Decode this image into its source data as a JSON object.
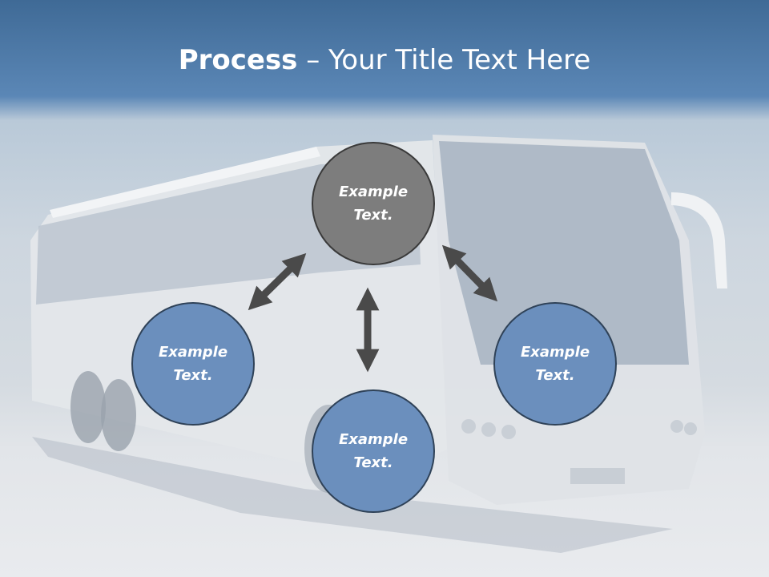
{
  "title": {
    "bold": "Process",
    "rest": " – Your Title Text Here"
  },
  "nodes": [
    {
      "id": "top",
      "label": "Example Text."
    },
    {
      "id": "left",
      "label": "Example Text."
    },
    {
      "id": "center",
      "label": "Example Text."
    },
    {
      "id": "right",
      "label": "Example Text."
    }
  ],
  "colors": {
    "top_node": "#7d7d7d",
    "cycle_node": "#6b8fbd",
    "arrow": "#4a4a4a",
    "header": "#4a76a5"
  }
}
